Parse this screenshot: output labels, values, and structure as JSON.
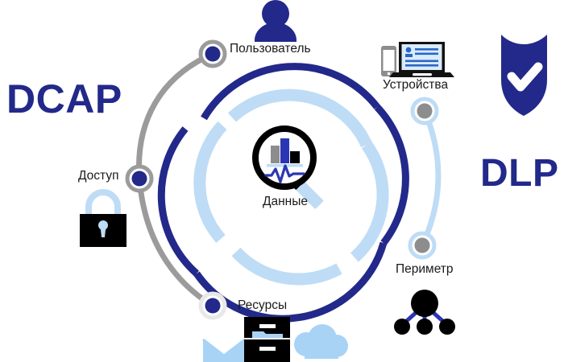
{
  "diagram": {
    "title_left": "DCAP",
    "title_right": "DLP",
    "center": {
      "label": "Данные",
      "icon": "magnifier-analytics-icon"
    },
    "nodes": [
      {
        "id": "user",
        "label": "Пользователь",
        "icon": "user-icon",
        "group": "DCAP",
        "dot_fill": "#22298a",
        "dot_ring": "#9b9b9b"
      },
      {
        "id": "access",
        "label": "Доступ",
        "icon": "lock-icon",
        "group": "DCAP",
        "dot_fill": "#22298a",
        "dot_ring": "#9b9b9b"
      },
      {
        "id": "resources",
        "label": "Ресурсы",
        "icon": "resources-icon",
        "group": "DCAP",
        "dot_fill": "#22298a",
        "dot_ring": "#e3e3e3"
      },
      {
        "id": "devices",
        "label": "Устройства",
        "icon": "devices-icon",
        "group": "DLP",
        "dot_fill": "#8d8d8d",
        "dot_ring": "#bedcf5"
      },
      {
        "id": "perimeter",
        "label": "Периметр",
        "icon": "network-nodes-icon",
        "group": "DLP",
        "dot_fill": "#8d8d8d",
        "dot_ring": "#bedcf5"
      }
    ],
    "badge": {
      "icon": "shield-check-icon",
      "fill": "#22298a",
      "check": "#ffffff"
    },
    "colors": {
      "navy": "#22298a",
      "light_blue": "#bedcf5",
      "gray": "#9b9b9b",
      "black": "#000000",
      "text": "#1a1a1a"
    }
  }
}
